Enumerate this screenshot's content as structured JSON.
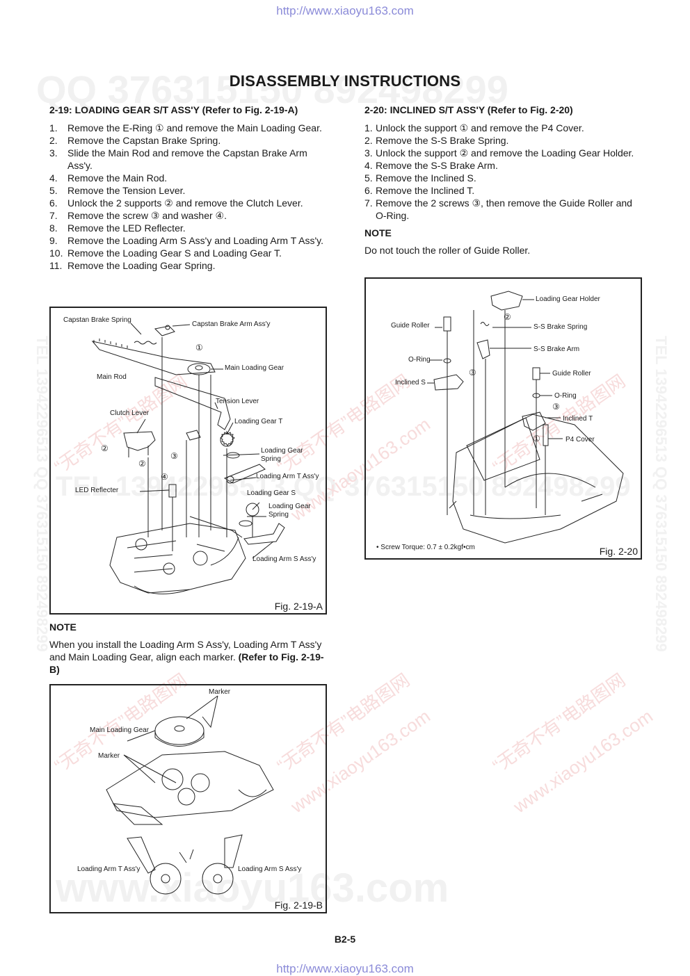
{
  "header_url": "http://www.xiaoyu163.com",
  "footer_url": "http://www.xiaoyu163.com",
  "title": "DISASSEMBLY INSTRUCTIONS",
  "watermarks": {
    "qq_top": "QQ 376315150   892498299",
    "tel_mid": "TEL 13942296513   QQ 376315150   892498299",
    "www_bottom": "www.xiaoyu163.com",
    "side_left": "TEL 13942296513  QQ 376315150  892498299",
    "side_right": "TEL 13942296513  QQ 376315150  892498299",
    "cn1": "“无奇不有”电路图网",
    "cn2": "www.xiaoyu163.com"
  },
  "section_left": {
    "heading": "2-19: LOADING GEAR S/T ASS'Y (Refer to Fig. 2-19-A)",
    "steps": [
      {
        "num": "1.",
        "text": "Remove the E-Ring ① and remove the Main Loading Gear."
      },
      {
        "num": "2.",
        "text": "Remove the Capstan Brake Spring."
      },
      {
        "num": "3.",
        "text": "Slide the Main Rod and remove the Capstan Brake Arm Ass'y."
      },
      {
        "num": "4.",
        "text": "Remove the Main Rod."
      },
      {
        "num": "5.",
        "text": "Remove the Tension Lever."
      },
      {
        "num": "6.",
        "text": "Unlock the 2 supports ② and remove the Clutch Lever."
      },
      {
        "num": "7.",
        "text": "Remove the screw ③ and washer ④."
      },
      {
        "num": "8.",
        "text": "Remove the LED Reflecter."
      },
      {
        "num": "9.",
        "text": "Remove the Loading Arm S Ass'y and Loading Arm T Ass'y."
      },
      {
        "num": "10.",
        "text": "Remove the Loading Gear S and Loading Gear T."
      },
      {
        "num": "11.",
        "text": "Remove the Loading Gear Spring."
      }
    ],
    "fig_a": {
      "caption": "Fig. 2-19-A",
      "labels": {
        "capstan_brake_spring": "Capstan Brake Spring",
        "capstan_brake_arm": "Capstan Brake Arm Ass'y",
        "c1": "①",
        "main_loading_gear": "Main Loading Gear",
        "main_rod": "Main Rod",
        "tension_lever": "Tension Lever",
        "clutch_lever": "Clutch Lever",
        "loading_gear_t": "Loading Gear T",
        "c2a": "②",
        "c2b": "②",
        "c3": "③",
        "c4": "④",
        "loading_gear_spring_1": "Loading Gear\nSpring",
        "loading_arm_t": "Loading Arm T Ass'y",
        "led_reflecter": "LED Reflecter",
        "loading_gear_s": "Loading Gear S",
        "loading_gear_spring_2": "Loading Gear\nSpring",
        "loading_arm_s": "Loading Arm S Ass'y"
      }
    },
    "note": {
      "heading": "NOTE",
      "text": "When you install the Loading Arm S Ass'y, Loading Arm T Ass'y and Main Loading Gear, align each marker.",
      "bold_ref": "(Refer to Fig. 2-19-B)"
    },
    "fig_b": {
      "caption": "Fig. 2-19-B",
      "labels": {
        "marker_top": "Marker",
        "main_loading_gear": "Main Loading Gear",
        "marker": "Marker",
        "loading_arm_t": "Loading Arm T Ass'y",
        "loading_arm_s": "Loading Arm S Ass'y"
      }
    }
  },
  "section_right": {
    "heading": "2-20: INCLINED S/T ASS'Y (Refer to Fig. 2-20)",
    "steps": [
      {
        "num": "1.",
        "text": "Unlock the support ① and remove the P4 Cover."
      },
      {
        "num": "2.",
        "text": "Remove the S-S Brake Spring."
      },
      {
        "num": "3.",
        "text": "Unlock the support ② and remove the Loading Gear Holder."
      },
      {
        "num": "4.",
        "text": "Remove the S-S Brake Arm."
      },
      {
        "num": "5.",
        "text": "Remove the Inclined S."
      },
      {
        "num": "6.",
        "text": "Remove the Inclined T."
      },
      {
        "num": "7.",
        "text": "Remove the 2 screws ③, then remove the Guide Roller and O-Ring."
      }
    ],
    "note": {
      "heading": "NOTE",
      "text": "Do not touch the roller of Guide Roller."
    },
    "fig": {
      "caption": "Fig. 2-20",
      "torque": "• Screw Torque: 0.7 ± 0.2kgf•cm",
      "labels": {
        "loading_gear_holder": "Loading Gear Holder",
        "c2": "②",
        "guide_roller_1": "Guide Roller",
        "ss_brake_spring": "S-S Brake Spring",
        "ss_brake_arm": "S-S Brake Arm",
        "o_ring_1": "O-Ring",
        "c3a": "③",
        "inclined_s": "Inclined S",
        "guide_roller_2": "Guide Roller",
        "o_ring_2": "O-Ring",
        "c3b": "③",
        "inclined_t": "Inclined T",
        "c1": "①",
        "p4_cover": "P4 Cover"
      }
    }
  },
  "page_number": "B2-5"
}
